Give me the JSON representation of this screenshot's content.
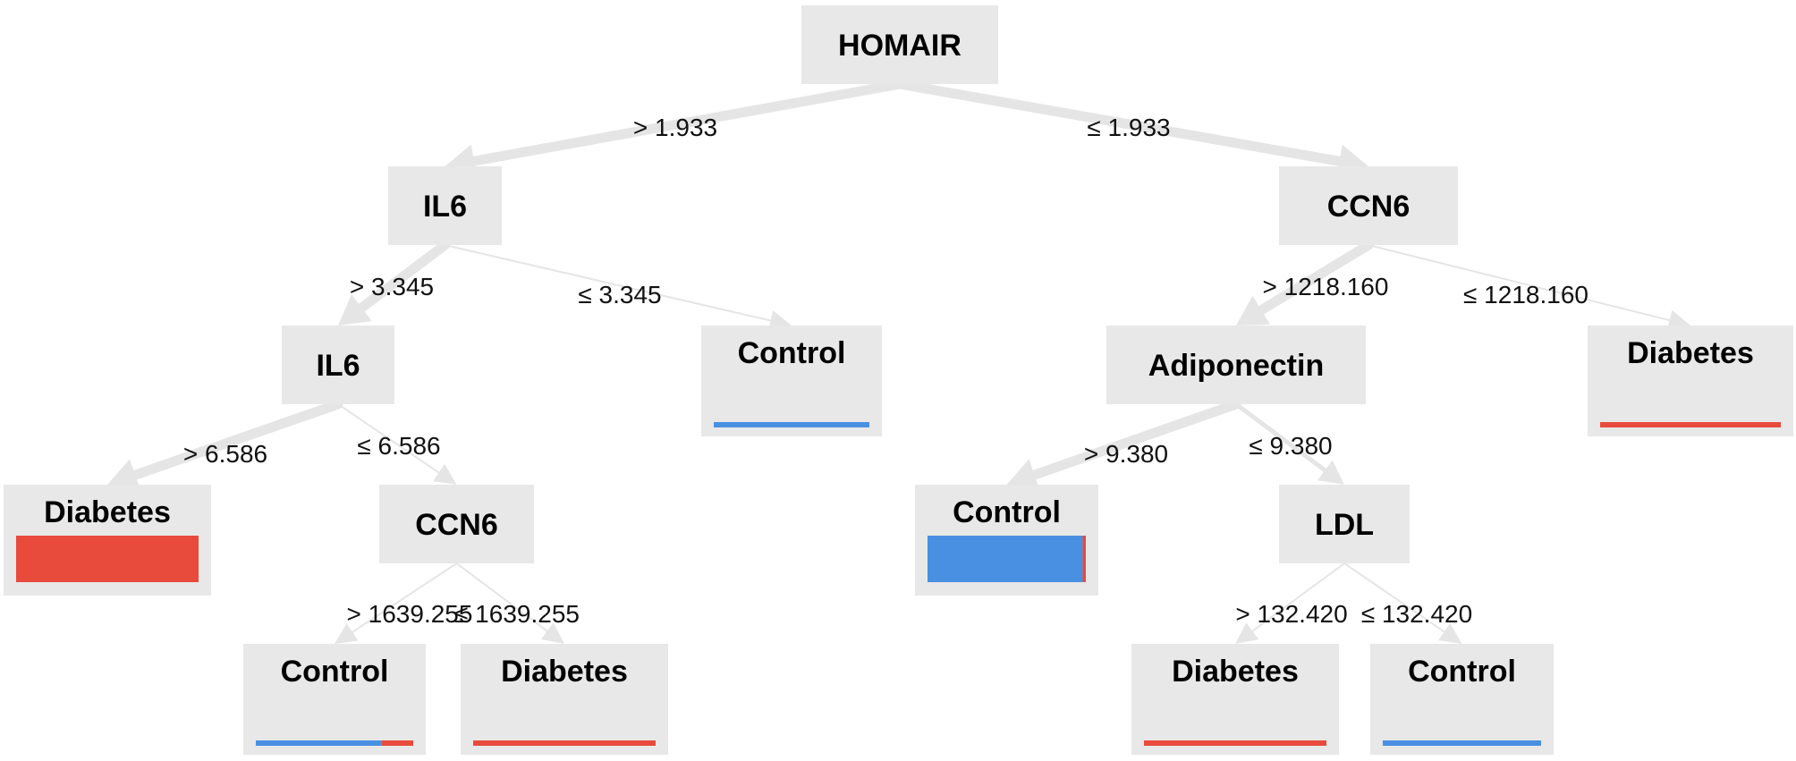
{
  "colors": {
    "control": "#4a90e2",
    "diabetes": "#e84b3c",
    "node_background": "#e8e8e8",
    "edge": "#e5e5e5"
  },
  "nodes": [
    {
      "id": "homair",
      "type": "split",
      "label": "HOMAIR"
    },
    {
      "id": "il6-a",
      "type": "split",
      "label": "IL6"
    },
    {
      "id": "ccn6-a",
      "type": "split",
      "label": "CCN6"
    },
    {
      "id": "il6-b",
      "type": "split",
      "label": "IL6"
    },
    {
      "id": "control-1",
      "type": "leaf",
      "label": "Control",
      "control_fraction": 1.0,
      "class": "control"
    },
    {
      "id": "adiponectin",
      "type": "split",
      "label": "Adiponectin"
    },
    {
      "id": "diabetes-1",
      "type": "leaf",
      "label": "Diabetes",
      "control_fraction": 0.0,
      "class": "diabetes"
    },
    {
      "id": "diabetes-2",
      "type": "leaf",
      "label": "Diabetes",
      "control_fraction": 0.0,
      "class": "diabetes"
    },
    {
      "id": "ccn6-b",
      "type": "split",
      "label": "CCN6"
    },
    {
      "id": "control-2",
      "type": "leaf",
      "label": "Control",
      "control_fraction": 0.98,
      "class": "control"
    },
    {
      "id": "ldl",
      "type": "split",
      "label": "LDL"
    },
    {
      "id": "control-3",
      "type": "leaf",
      "label": "Control",
      "control_fraction": 0.8,
      "class": "control"
    },
    {
      "id": "diabetes-3",
      "type": "leaf",
      "label": "Diabetes",
      "control_fraction": 0.0,
      "class": "diabetes"
    },
    {
      "id": "diabetes-4",
      "type": "leaf",
      "label": "Diabetes",
      "control_fraction": 0.0,
      "class": "diabetes"
    },
    {
      "id": "control-4",
      "type": "leaf",
      "label": "Control",
      "control_fraction": 1.0,
      "class": "control"
    }
  ],
  "edges": [
    {
      "from": "homair",
      "to": "il6-a",
      "label": "> 1.933",
      "weight": 3
    },
    {
      "from": "homair",
      "to": "ccn6-a",
      "label": "≤ 1.933",
      "weight": 3
    },
    {
      "from": "il6-a",
      "to": "il6-b",
      "label": "> 3.345",
      "weight": 3
    },
    {
      "from": "il6-a",
      "to": "control-1",
      "label": "≤ 3.345",
      "weight": 1
    },
    {
      "from": "ccn6-a",
      "to": "adiponectin",
      "label": "> 1218.160",
      "weight": 3
    },
    {
      "from": "ccn6-a",
      "to": "diabetes-1",
      "label": "≤ 1218.160",
      "weight": 1
    },
    {
      "from": "il6-b",
      "to": "diabetes-2",
      "label": "> 6.586",
      "weight": 3
    },
    {
      "from": "il6-b",
      "to": "ccn6-b",
      "label": "≤ 6.586",
      "weight": 1
    },
    {
      "from": "adiponectin",
      "to": "control-2",
      "label": "> 9.380",
      "weight": 3
    },
    {
      "from": "adiponectin",
      "to": "ldl",
      "label": "≤ 9.380",
      "weight": 2
    },
    {
      "from": "ccn6-b",
      "to": "control-3",
      "label": "> 1639.255",
      "weight": 1
    },
    {
      "from": "ccn6-b",
      "to": "diabetes-3",
      "label": "≤ 1639.255",
      "weight": 1
    },
    {
      "from": "ldl",
      "to": "diabetes-4",
      "label": "> 132.420",
      "weight": 1
    },
    {
      "from": "ldl",
      "to": "control-4",
      "label": "≤ 132.420",
      "weight": 1
    }
  ]
}
